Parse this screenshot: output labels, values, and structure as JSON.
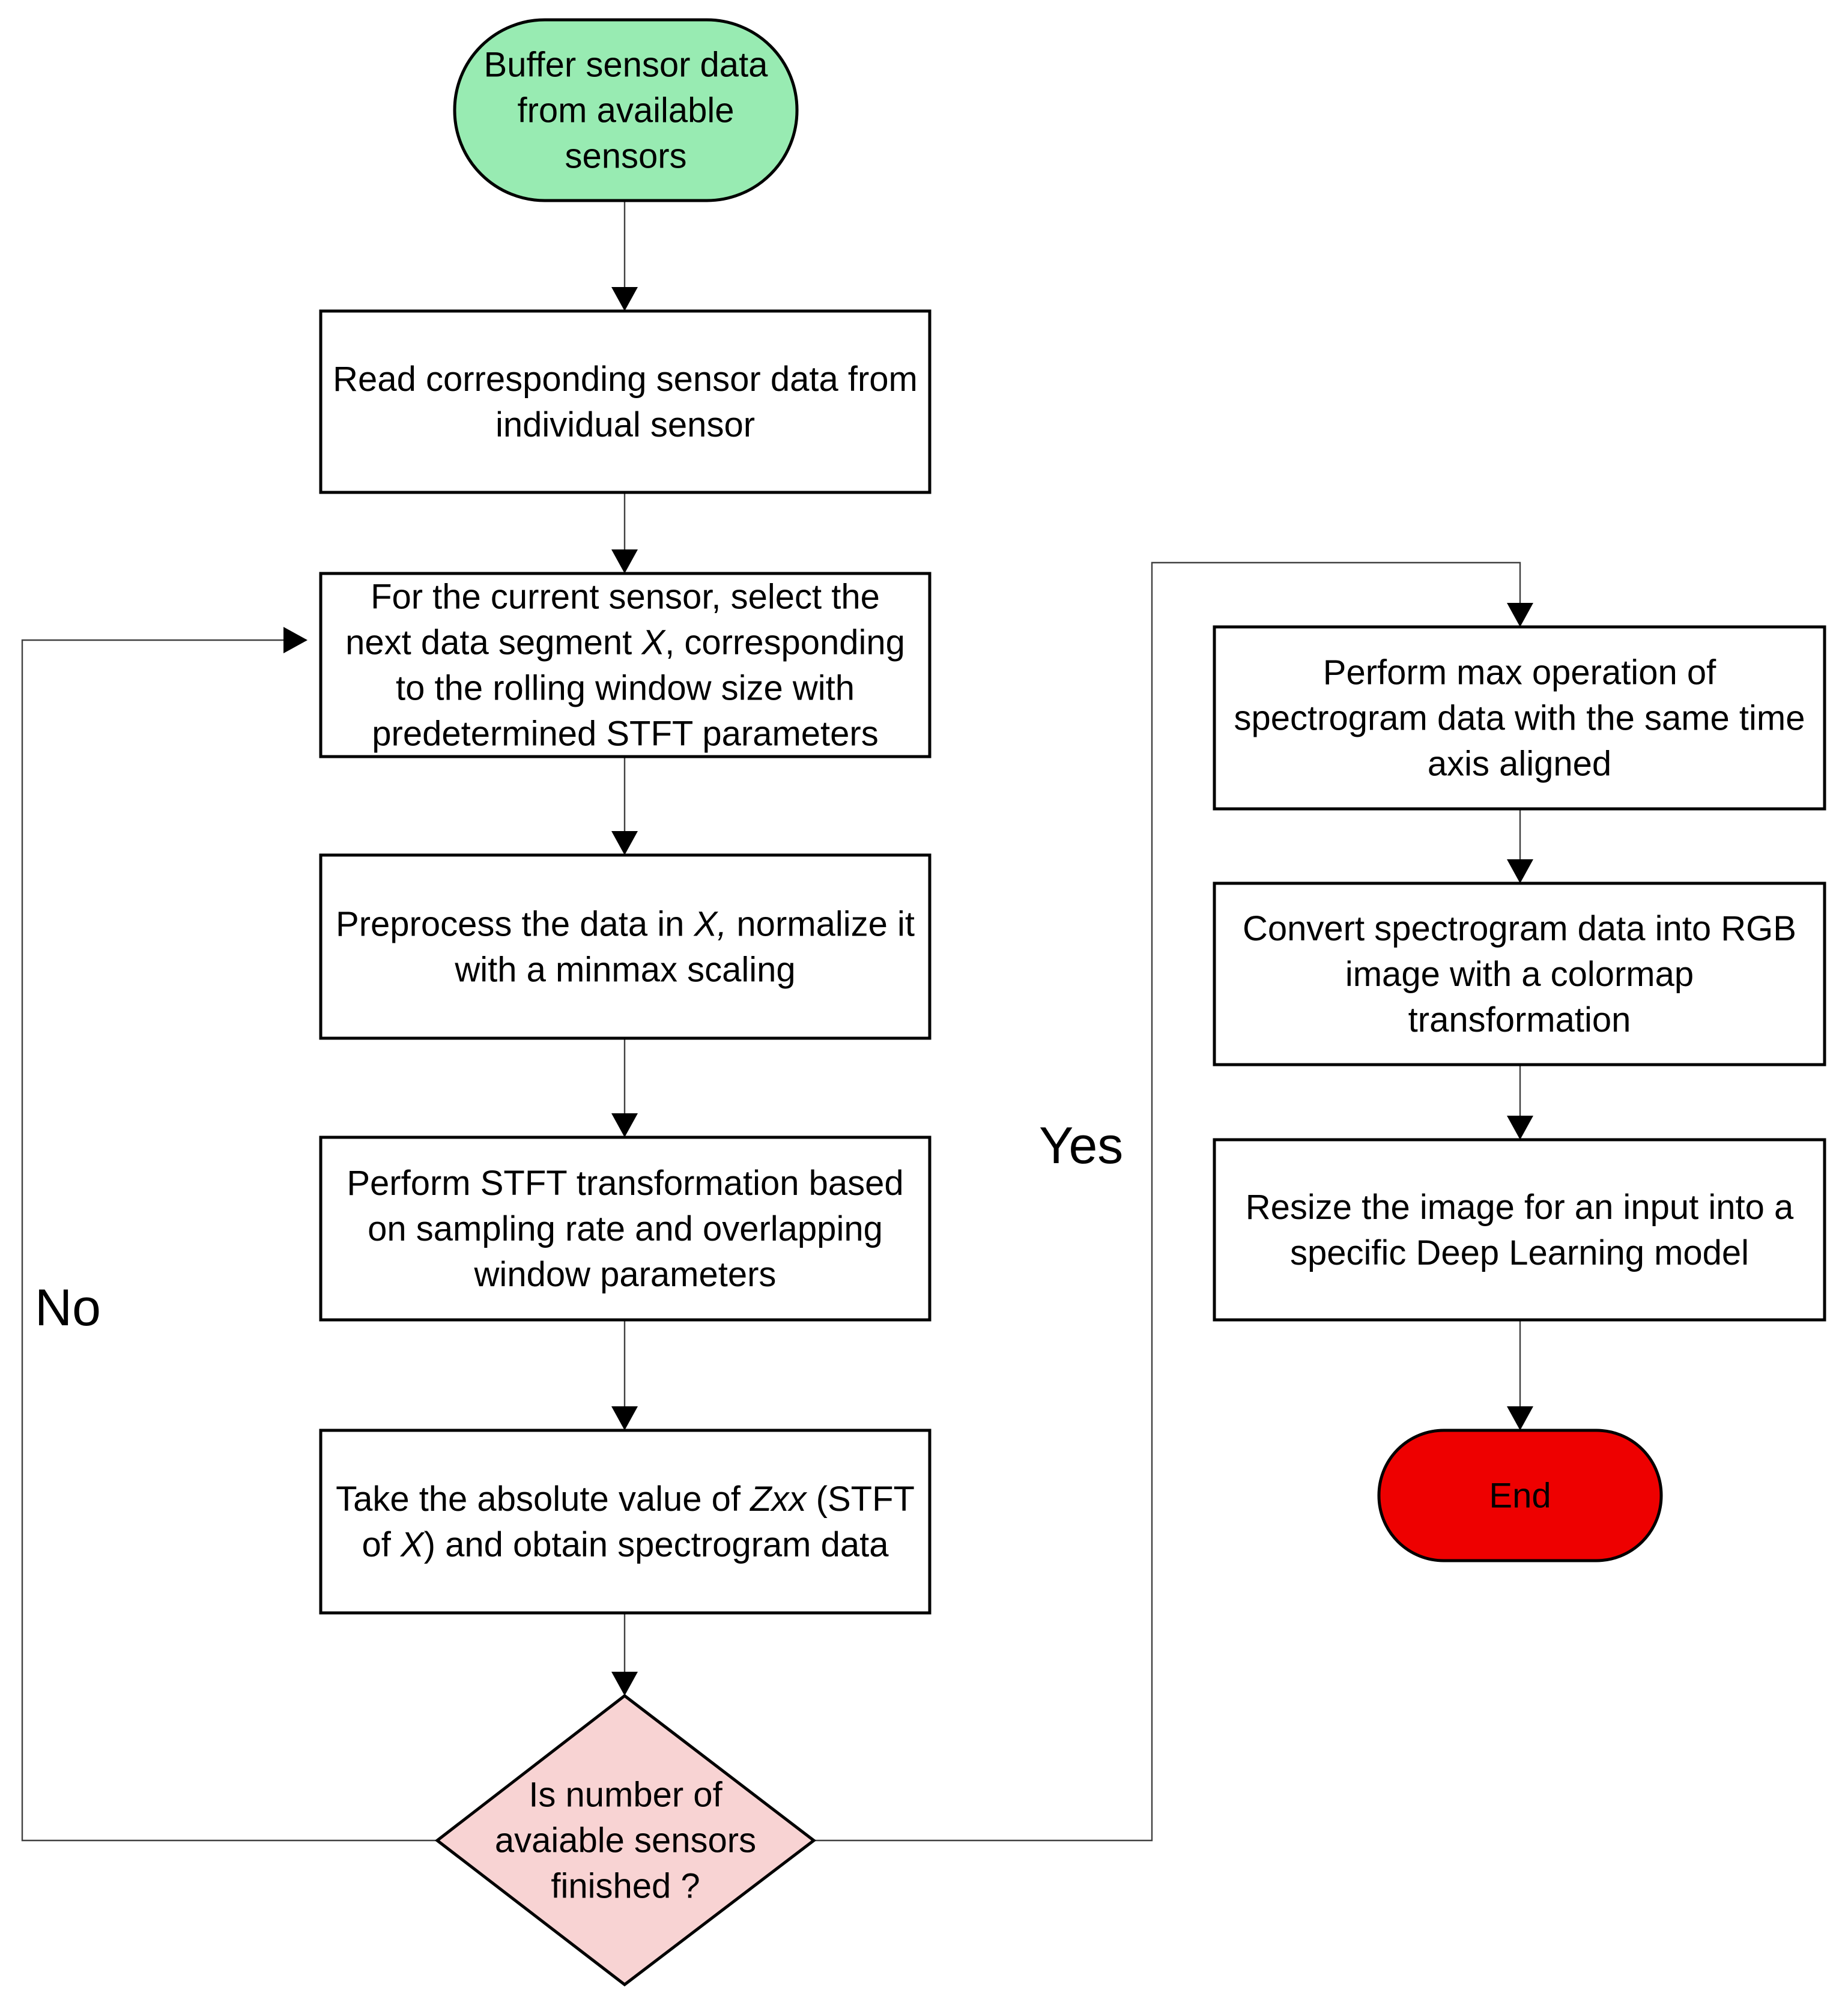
{
  "nodes": {
    "start": {
      "type": "terminal",
      "fill": "#98ebb2",
      "lines": [
        [
          "Buffer sensor data"
        ],
        [
          "from available"
        ],
        [
          "sensors"
        ]
      ]
    },
    "read": {
      "type": "process",
      "lines": [
        [
          "Read corresponding sensor data from"
        ],
        [
          "individual sensor"
        ]
      ]
    },
    "select": {
      "type": "process",
      "lines": [
        [
          "For the current sensor, select the"
        ],
        [
          "next data segment ",
          {
            "i": "X"
          },
          ", corresponding"
        ],
        [
          "to the rolling window size with"
        ],
        [
          "predetermined STFT parameters"
        ]
      ]
    },
    "preprocess": {
      "type": "process",
      "lines": [
        [
          "Preprocess the data in ",
          {
            "i": "X,"
          },
          " normalize it"
        ],
        [
          "with a minmax scaling"
        ]
      ]
    },
    "stft": {
      "type": "process",
      "lines": [
        [
          "Perform STFT transformation based"
        ],
        [
          "on sampling rate and overlapping"
        ],
        [
          "window parameters"
        ]
      ]
    },
    "absolute": {
      "type": "process",
      "lines": [
        [
          "Take the absolute value of ",
          {
            "i": "Zxx"
          },
          " (STFT"
        ],
        [
          "of ",
          {
            "i": "X"
          },
          ") and obtain spectrogram data"
        ]
      ]
    },
    "decision": {
      "type": "decision",
      "fill": "#f8d3d3",
      "lines": [
        [
          "Is number of"
        ],
        [
          "avaiable sensors"
        ],
        [
          "finished ?"
        ]
      ]
    },
    "max_op": {
      "type": "process",
      "lines": [
        [
          "Perform max operation of"
        ],
        [
          "spectrogram data with the same time"
        ],
        [
          "axis aligned"
        ]
      ]
    },
    "convert": {
      "type": "process",
      "lines": [
        [
          "Convert spectrogram data into RGB"
        ],
        [
          "image with a colormap"
        ],
        [
          "transformation"
        ]
      ]
    },
    "resize": {
      "type": "process",
      "lines": [
        [
          "Resize the image for an input into a"
        ],
        [
          "specific Deep Learning model"
        ]
      ]
    },
    "end": {
      "type": "terminal",
      "fill": "#ee0000",
      "lines": [
        [
          "End"
        ]
      ]
    }
  },
  "branch_labels": {
    "no": "No",
    "yes": "Yes"
  },
  "colors": {
    "stroke": "#000000",
    "connector": "#404040",
    "process_fill": "#ffffff"
  }
}
